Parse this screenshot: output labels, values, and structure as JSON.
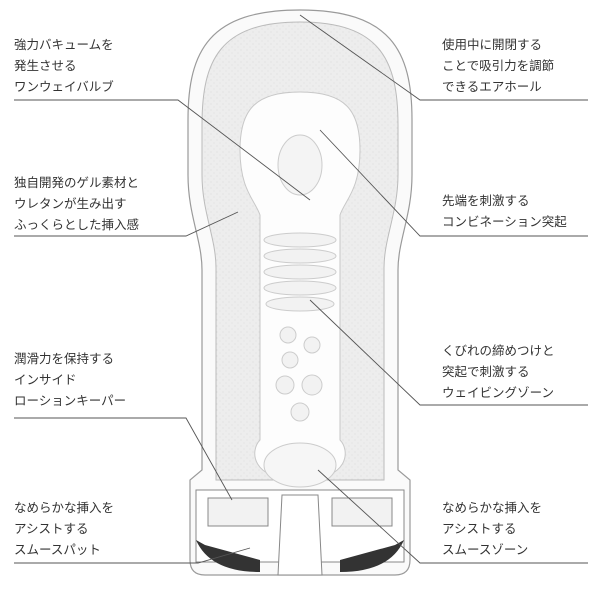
{
  "annotations_left": [
    {
      "lines": [
        "強力バキュームを",
        "発生させる",
        "ワンウェイバルブ"
      ]
    },
    {
      "lines": [
        "独自開発のゲル素材と",
        "ウレタンが生み出す",
        "ふっくらとした挿入感"
      ]
    },
    {
      "lines": [
        "潤滑力を保持する",
        "インサイド",
        "ローションキーパー"
      ]
    },
    {
      "lines": [
        "なめらかな挿入を",
        "アシストする",
        "スムースパット"
      ]
    }
  ],
  "annotations_right": [
    {
      "lines": [
        "使用中に開閉する",
        "ことで吸引力を調節",
        "できるエアホール"
      ]
    },
    {
      "lines": [
        "先端を刺激する",
        "コンビネーション突起"
      ]
    },
    {
      "lines": [
        "くびれの締めつけと",
        "突起で刺激する",
        "ウェイビングゾーン"
      ]
    },
    {
      "lines": [
        "なめらかな挿入を",
        "アシストする",
        "スムースゾーン"
      ]
    }
  ],
  "colors": {
    "text": "#333333",
    "line": "#555555",
    "outline": "#9a9a9a",
    "fill": "#ececec"
  }
}
